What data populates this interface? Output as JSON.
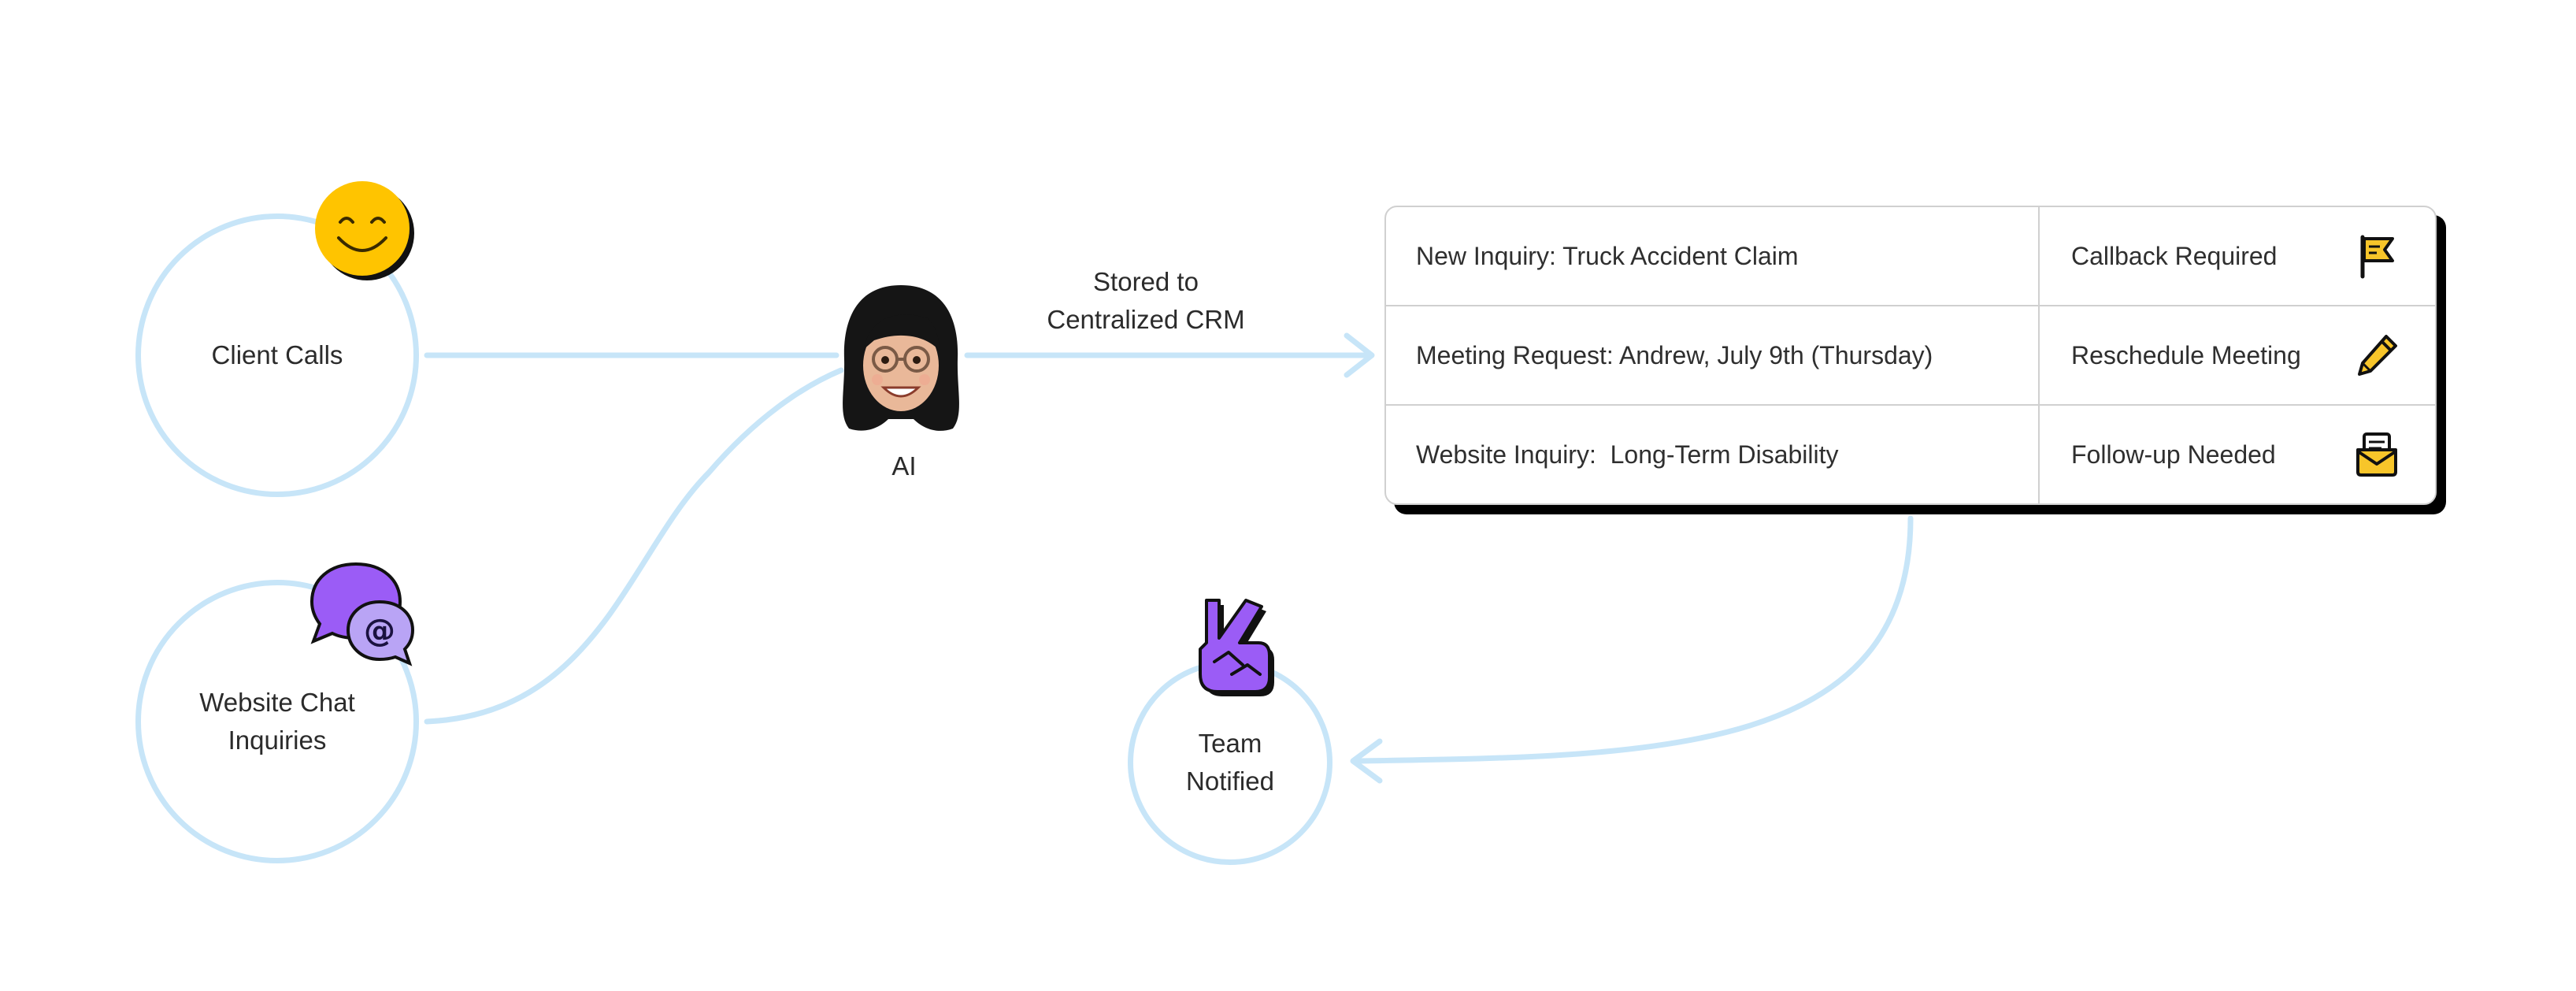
{
  "sources": [
    {
      "id": "client-calls",
      "label": "Client Calls",
      "icon": "smiley-face-icon"
    },
    {
      "id": "website-chat",
      "label": "Website Chat\nInquiries",
      "icon": "chat-bubbles-icon"
    }
  ],
  "ai": {
    "label": "AI",
    "icon": "memoji-avatar-icon"
  },
  "crm_arrow_label": "Stored to\nCentralized CRM",
  "crm_rows": [
    {
      "inquiry": "New Inquiry: Truck Accident Claim",
      "action": "Callback Required",
      "icon": "flag-icon"
    },
    {
      "inquiry": "Meeting Request: Andrew, July 9th (Thursday)",
      "action": "Reschedule Meeting",
      "icon": "pencil-icon"
    },
    {
      "inquiry": "Website Inquiry:  Long-Term Disability",
      "action": "Follow-up Needed",
      "icon": "envelope-icon"
    }
  ],
  "team": {
    "label": "Team\nNotified",
    "icon": "victory-hand-icon"
  },
  "colors": {
    "connector": "#c7e5f8",
    "smiley": "#ffc400",
    "purple": "#9b5cf6",
    "yellow_icon": "#f7c52a"
  }
}
